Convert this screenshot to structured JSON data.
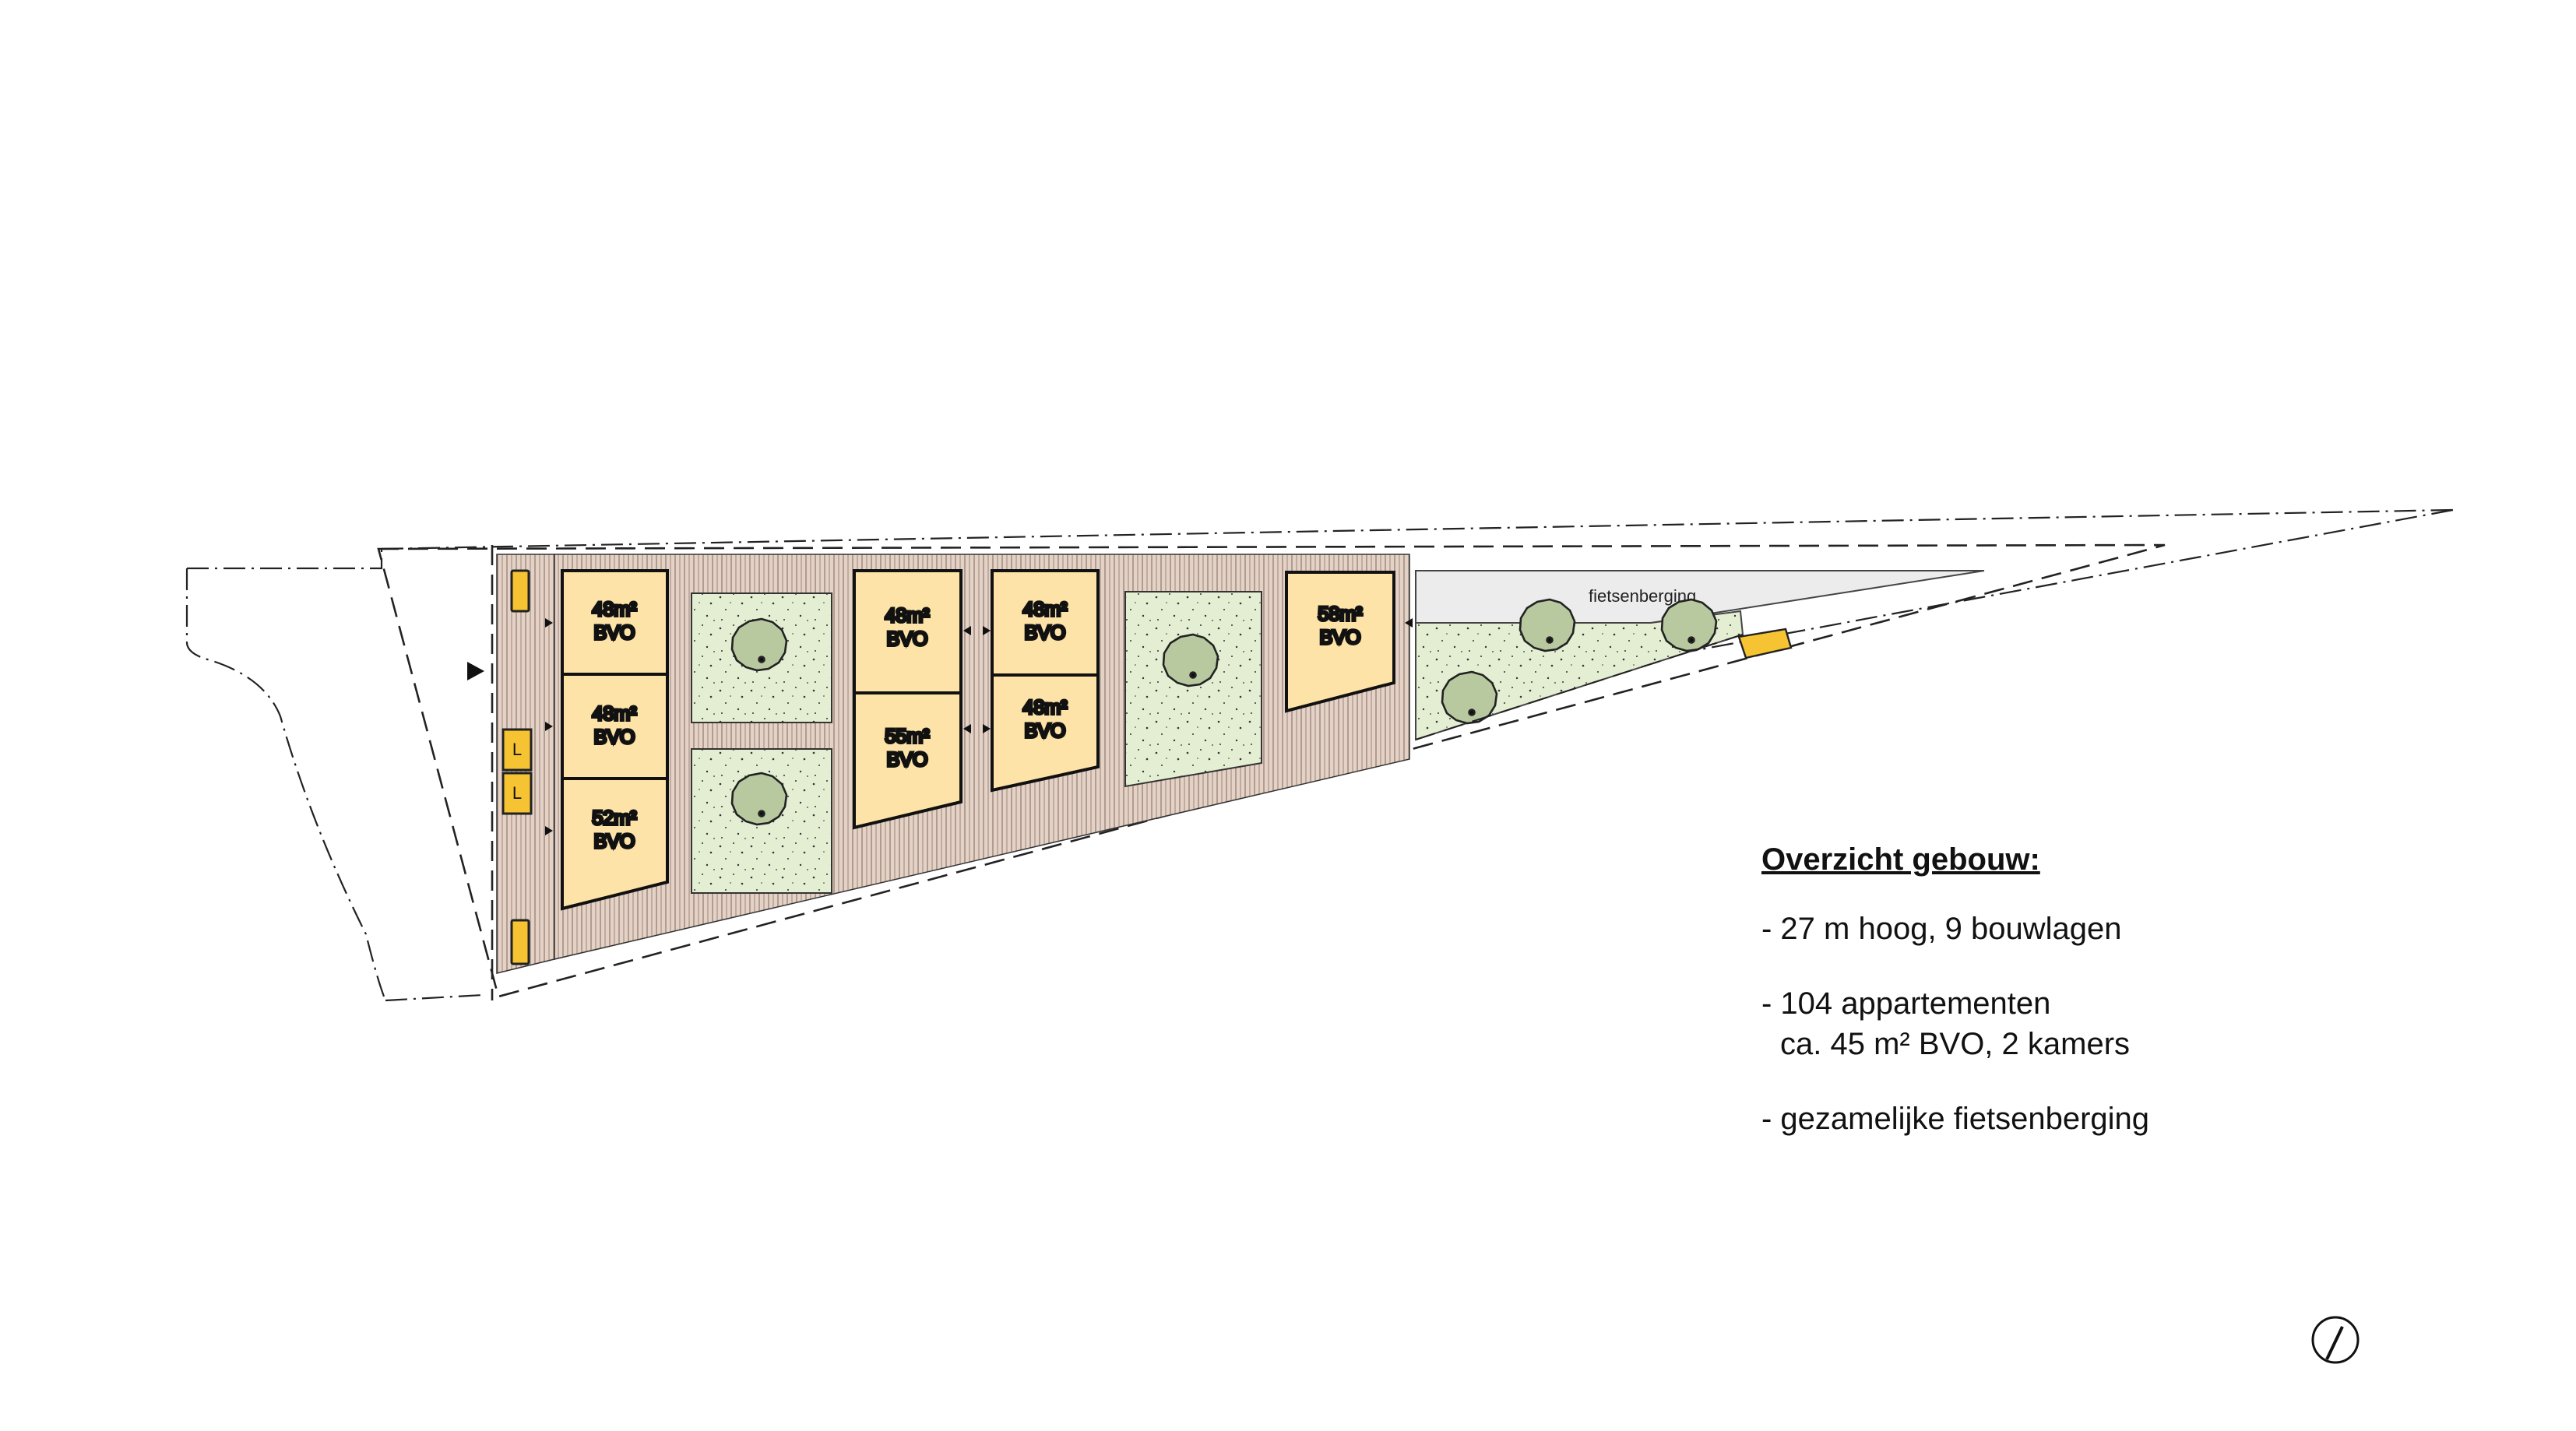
{
  "plan": {
    "units": [
      {
        "area": "48m²",
        "label": "BVO"
      },
      {
        "area": "48m²",
        "label": "BVO"
      },
      {
        "area": "52m²",
        "label": "BVO"
      },
      {
        "area": "48m²",
        "label": "BVO"
      },
      {
        "area": "55m²",
        "label": "BVO"
      },
      {
        "area": "48m²",
        "label": "BVO"
      },
      {
        "area": "48m²",
        "label": "BVO"
      },
      {
        "area": "58m²",
        "label": "BVO"
      }
    ],
    "lifts": [
      "L",
      "L"
    ],
    "bike_storage_label": "fietsenberging"
  },
  "overview": {
    "title": "Overzicht gebouw:",
    "height_line": "- 27 m hoog, 9 bouwlagen",
    "apartments_line": "- 104 appartementen",
    "apartments_detail": "ca. 45 m² BVO, 2 kamers",
    "bike_line": "- gezamelijke fietsenberging"
  },
  "colors": {
    "unit_fill": "#fde3a7",
    "lift_fill": "#f6c432",
    "garden_fill": "#e4eed3",
    "tree_fill": "#b8c9a0",
    "deck_fill": "#e5d2c7",
    "bike_fill": "#ececec"
  }
}
